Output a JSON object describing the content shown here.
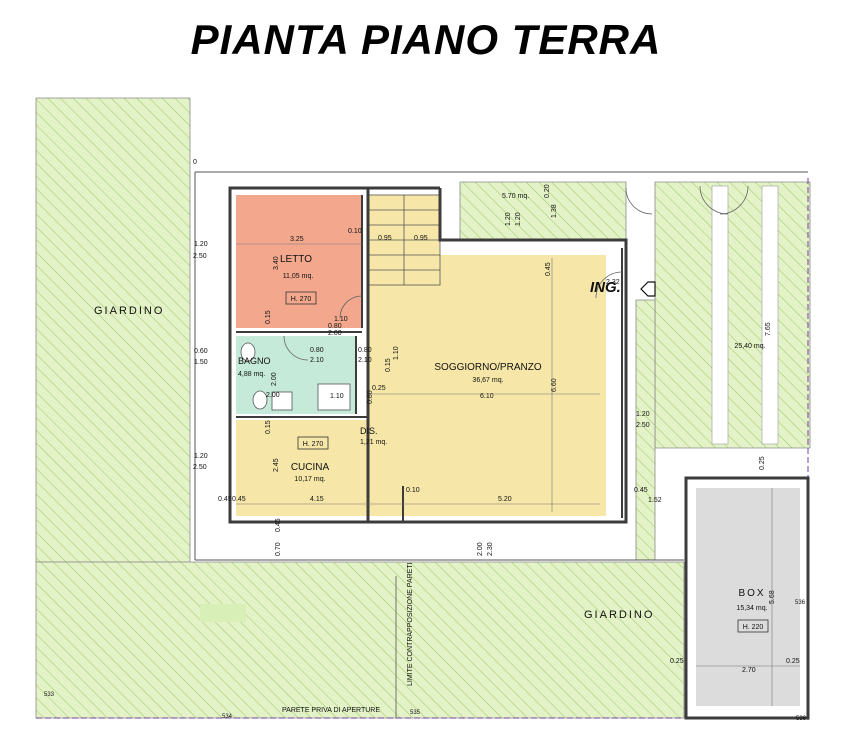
{
  "title": "PIANTA PIANO TERRA",
  "colors": {
    "garden_fill": "#e4f2c8",
    "garden_hatch": "#9ccc6c",
    "bedroom": "#f3a88e",
    "bathroom": "#c5ead9",
    "living": "#f6e6a8",
    "box": "#dcdcdc",
    "wall": "#3c3c3c"
  },
  "labels": {
    "giardino_west": "GIARDINO",
    "giardino_south": "GIARDINO",
    "ingresso": "ING.",
    "limite": "LIMITE CONTRAPPOSIZIONE PARETI",
    "parete": "PARETE PRIVA DI APERTURE"
  },
  "rooms": {
    "letto": {
      "name": "LETTO",
      "area": "11,05 mq.",
      "height": "H. 270"
    },
    "bagno": {
      "name": "BAGNO",
      "area": "4,88 mq."
    },
    "soggiorno": {
      "name": "SOGGIORNO/PRANZO",
      "area": "36,67 mq."
    },
    "dis": {
      "name": "DIS.",
      "area": "1,21 mq."
    },
    "cucina": {
      "name": "CUCINA",
      "area": "10,17 mq.",
      "height": "H. 270"
    },
    "box": {
      "name": "BOX",
      "area": "15,34 mq.",
      "height": "H. 220"
    },
    "porch": {
      "area": "25,40 mq."
    }
  },
  "dims": {
    "d_325": "3.25",
    "d_340": "3.40",
    "d_010a": "0.10",
    "d_095a": "0.95",
    "d_095b": "0.95",
    "d_570": "5.70 mq.",
    "d_020": "0.20",
    "d_138": "1.38",
    "d_120a": "1.20",
    "d_120b": "1.20",
    "d_045a": "0.45",
    "d_232": "2.32",
    "d_765": "7.65",
    "l_120a": "1.20",
    "l_250a": "2.50",
    "l_060": "0.60",
    "l_150": "1.50",
    "l_120b": "1.20",
    "l_250b": "2.50",
    "d_015a": "0.15",
    "d_080a": "0.80",
    "d_200a": "2.00",
    "d_110a": "1.10",
    "d_080b": "0.80",
    "d_210a": "2.10",
    "d_080c": "0.80",
    "d_210b": "2.10",
    "d_110b": "1.10",
    "d_015b": "0.15",
    "d_025a": "0.25",
    "d_080d": "0.80",
    "d_200b": "2.00",
    "d_200c": "2.00",
    "d_110c": "1.10",
    "d_610": "6.10",
    "d_660": "6.60",
    "r_120": "1.20",
    "r_250": "2.50",
    "d_015c": "0.15",
    "d_245": "2.45",
    "d_415": "4.15",
    "d_010b": "0.10",
    "d_520": "5.20",
    "d_045b": "0.45",
    "d_152": "1.52",
    "d_045c": "0.45",
    "d_045d": "0.45",
    "d_070": "0.70",
    "d_045e": "0.45",
    "d_200d": "2.00",
    "d_230": "2.30",
    "d_025b": "0.25",
    "d_568": "5.68",
    "d_025c": "0.25",
    "d_270": "2.70",
    "d_025d": "0.25",
    "d_0": "0",
    "lvl_a": "536",
    "lvl_b": "534",
    "lvl_c": "535",
    "lvl_d": "536",
    "lvl_e": "533"
  }
}
